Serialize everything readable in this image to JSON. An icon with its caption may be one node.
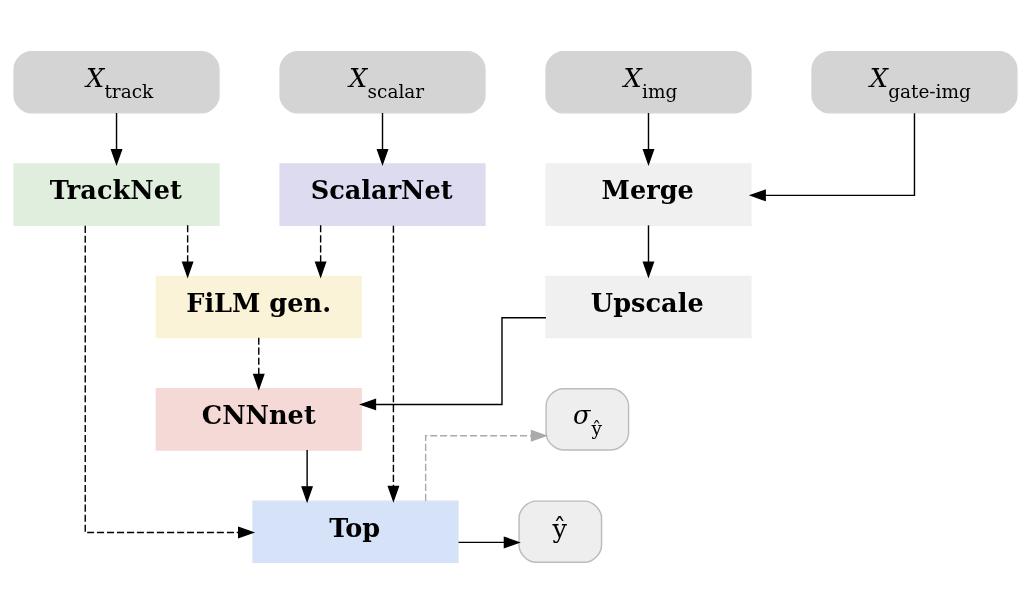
{
  "diagram": {
    "nodes": [
      {
        "text": [
          "X$_{track}$"
        ]
      },
      {
        "text": [
          "X$_{scalar}$"
        ]
      },
      {
        "text": [
          "X$_{img}$"
        ]
      },
      {
        "text": [
          "X$_{gate-img}$"
        ]
      },
      {
        "text": [
          "TrackNet"
        ]
      },
      {
        "text": [
          "ScalarNet"
        ]
      },
      {
        "text": [
          "Merge"
        ]
      },
      {
        "text": [
          "FiLM gen."
        ]
      },
      {
        "text": [
          "Upscale"
        ]
      },
      {
        "text": [
          "CNNnet"
        ]
      },
      {
        "text": [
          "σ$_{ŷ}$"
        ]
      },
      {
        "text": [
          "Top"
        ]
      },
      {
        "text": [
          "ŷ"
        ]
      }
    ],
    "edges": [
      {
        "from": 0,
        "to": 4,
        "arrow": "to"
      },
      {
        "from": 1,
        "to": 5,
        "arrow": "to"
      },
      {
        "from": 2,
        "to": 6,
        "arrow": "to"
      },
      {
        "from": 3,
        "to": 6,
        "arrow": "to"
      },
      {
        "from": 5,
        "to": 7,
        "arrow": "to",
        "style": "dashed"
      },
      {
        "from": 4,
        "to": 7,
        "arrow": "to",
        "style": "dashed"
      },
      {
        "from": 6,
        "to": 8,
        "arrow": "to"
      },
      {
        "from": 7,
        "to": 9,
        "arrow": "to",
        "style": "dashed"
      },
      {
        "from": 8,
        "to": 9,
        "arrow": "to"
      },
      {
        "from": 9,
        "to": 11,
        "arrow": "to"
      },
      {
        "from": 4,
        "to": 11,
        "arrow": "to",
        "style": "dashed"
      },
      {
        "from": 5,
        "to": 11,
        "arrow": "to",
        "style": "dashed"
      },
      {
        "from": 11,
        "to": 10,
        "arrow": "to",
        "style": "dashed",
        "color": "#aaaaaa"
      },
      {
        "from": 11,
        "to": 12,
        "arrow": "to"
      }
    ]
  }
}
